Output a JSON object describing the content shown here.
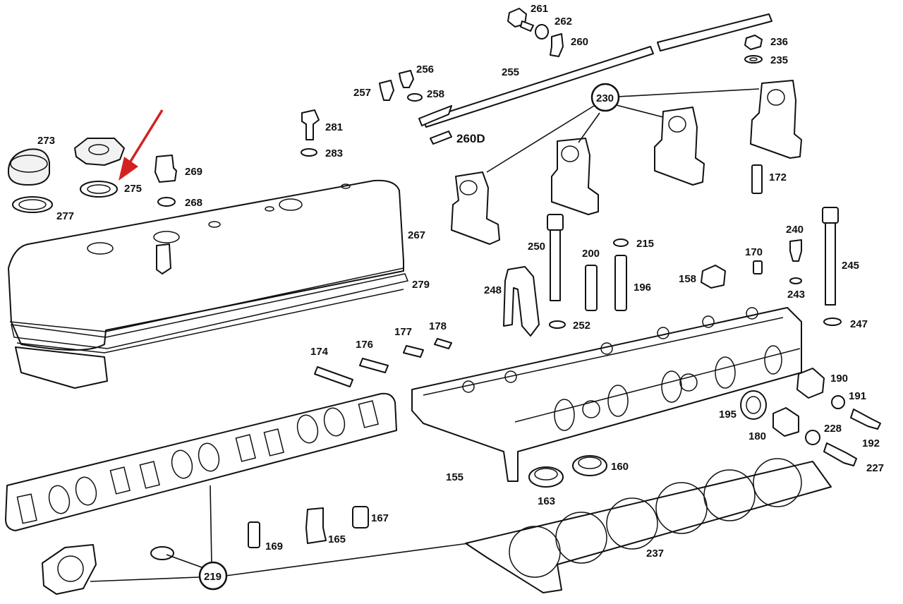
{
  "arrow_color": "#d42020",
  "labels": {
    "l261": "261",
    "l262": "262",
    "l260": "260",
    "l236": "236",
    "l235": "235",
    "l256": "256",
    "l257": "257",
    "l258": "258",
    "l255": "255",
    "l230": "230",
    "l260d": "260D",
    "l273": "273",
    "l275": "275",
    "l277": "277",
    "l269": "269",
    "l268": "268",
    "l281": "281",
    "l283": "283",
    "l267": "267",
    "l279": "279",
    "l172": "172",
    "l250": "250",
    "l200": "200",
    "l215": "215",
    "l240": "240",
    "l170": "170",
    "l245": "245",
    "l158": "158",
    "l196": "196",
    "l243": "243",
    "l248": "248",
    "l252": "252",
    "l247": "247",
    "l174": "174",
    "l176": "176",
    "l177": "177",
    "l178": "178",
    "l190": "190",
    "l191": "191",
    "l195": "195",
    "l180": "180",
    "l228": "228",
    "l192": "192",
    "l227": "227",
    "l160": "160",
    "l155": "155",
    "l163": "163",
    "l167": "167",
    "l169": "169",
    "l165": "165",
    "l237": "237",
    "l219": "219"
  }
}
